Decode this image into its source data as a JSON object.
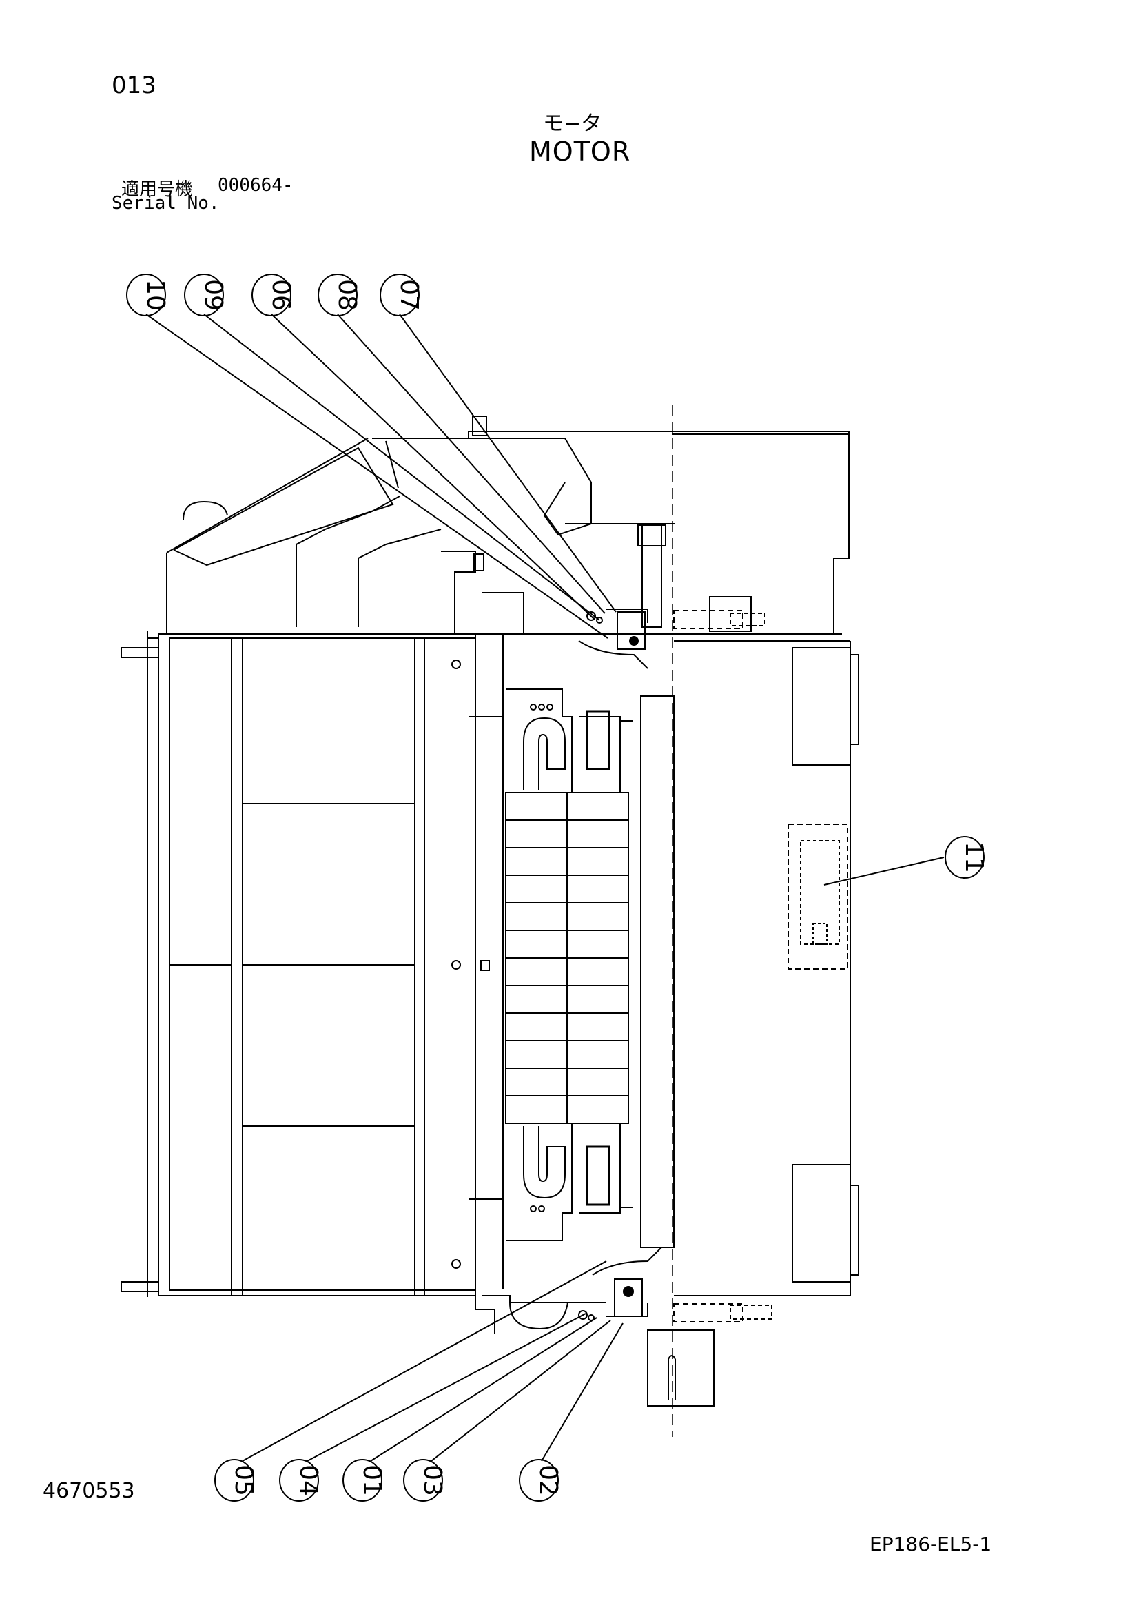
{
  "header": {
    "page_number": "013",
    "title_jp": "モ−タ",
    "title_en": "MOTOR",
    "serial_label_jp": "適用号機",
    "serial_value": "000664-",
    "serial_label_en": "Serial No."
  },
  "footer": {
    "drawing_number": "4670553",
    "sheet_code": "EP186-EL5-1"
  },
  "callouts": [
    {
      "label": "10"
    },
    {
      "label": "09"
    },
    {
      "label": "06"
    },
    {
      "label": "08"
    },
    {
      "label": "07"
    },
    {
      "label": "11"
    },
    {
      "label": "05"
    },
    {
      "label": "04"
    },
    {
      "label": "01"
    },
    {
      "label": "03"
    },
    {
      "label": "02"
    }
  ]
}
